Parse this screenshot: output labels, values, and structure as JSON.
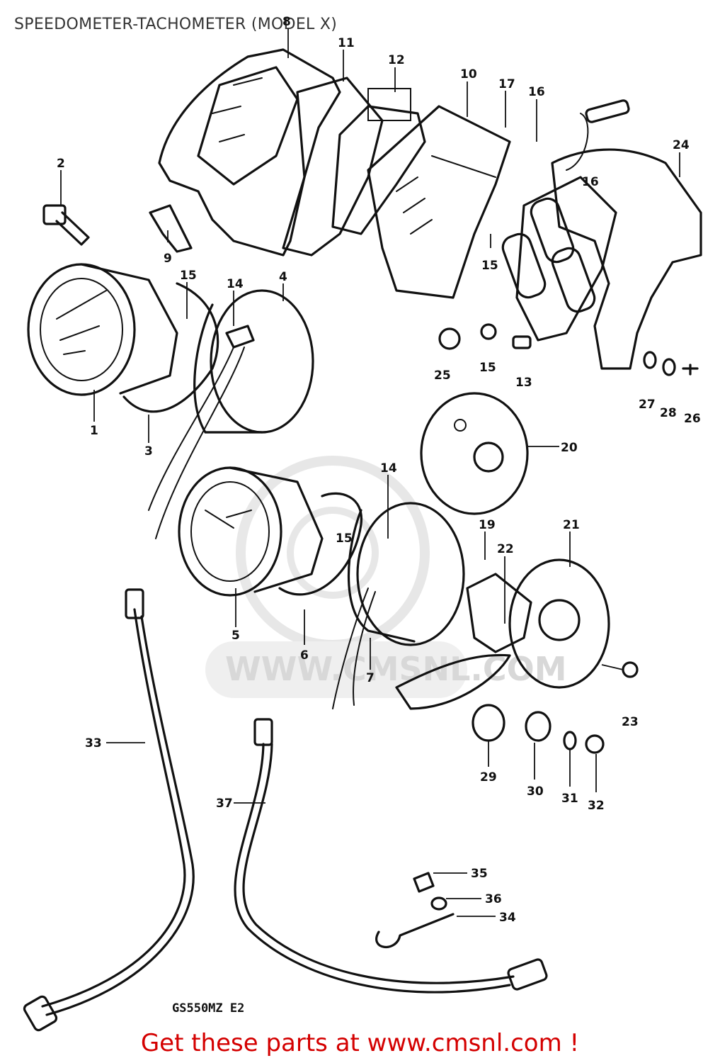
{
  "title": "SPEEDOMETER-TACHOMETER (MODEL X)",
  "footer": "Get these parts at www.cmsnl.com !",
  "watermark": "WWW.CMSNL.COM",
  "model_code": "GS550MZ E2",
  "callouts": [
    "1",
    "2",
    "3",
    "4",
    "5",
    "6",
    "7",
    "8",
    "9",
    "10",
    "11",
    "12",
    "13",
    "14",
    "14",
    "15",
    "15",
    "15",
    "15",
    "16",
    "16",
    "17",
    "19",
    "20",
    "21",
    "22",
    "23",
    "24",
    "25",
    "26",
    "27",
    "28",
    "29",
    "30",
    "31",
    "32",
    "33",
    "34",
    "35",
    "36",
    "37"
  ],
  "colors": {
    "footer": "#d40000",
    "ink": "#111111",
    "watermark": "#d8d8d8"
  }
}
